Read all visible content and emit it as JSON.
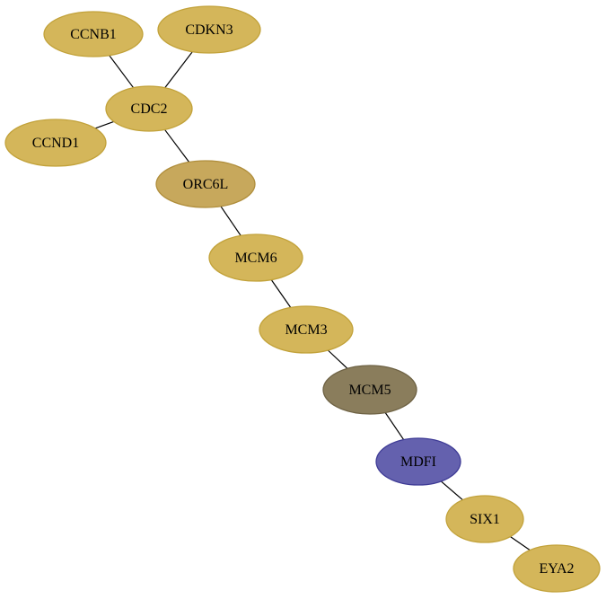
{
  "graph": {
    "nodes": [
      {
        "id": "CCNB1",
        "label": "CCNB1",
        "fill": "#d4b65a",
        "stroke": "#c2a23a"
      },
      {
        "id": "CDKN3",
        "label": "CDKN3",
        "fill": "#d4b65a",
        "stroke": "#c2a23a"
      },
      {
        "id": "CDC2",
        "label": "CDC2",
        "fill": "#d4b65a",
        "stroke": "#c2a23a"
      },
      {
        "id": "CCND1",
        "label": "CCND1",
        "fill": "#d4b65a",
        "stroke": "#c2a23a"
      },
      {
        "id": "ORC6L",
        "label": "ORC6L",
        "fill": "#c7a85c",
        "stroke": "#b08e3c"
      },
      {
        "id": "MCM6",
        "label": "MCM6",
        "fill": "#d4b65a",
        "stroke": "#c2a23a"
      },
      {
        "id": "MCM3",
        "label": "MCM3",
        "fill": "#d4b65a",
        "stroke": "#c2a23a"
      },
      {
        "id": "MCM5",
        "label": "MCM5",
        "fill": "#8a7d5c",
        "stroke": "#6e6244"
      },
      {
        "id": "MDFI",
        "label": "MDFI",
        "fill": "#6461ae",
        "stroke": "#3f3c96"
      },
      {
        "id": "SIX1",
        "label": "SIX1",
        "fill": "#d4b65a",
        "stroke": "#c2a23a"
      },
      {
        "id": "EYA2",
        "label": "EYA2",
        "fill": "#d4b65a",
        "stroke": "#c2a23a"
      }
    ],
    "edges": [
      [
        "CCNB1",
        "CDC2"
      ],
      [
        "CDKN3",
        "CDC2"
      ],
      [
        "CCND1",
        "CDC2"
      ],
      [
        "CDC2",
        "ORC6L"
      ],
      [
        "ORC6L",
        "MCM6"
      ],
      [
        "MCM6",
        "MCM3"
      ],
      [
        "MCM3",
        "MCM5"
      ],
      [
        "MCM5",
        "MDFI"
      ],
      [
        "MDFI",
        "SIX1"
      ],
      [
        "SIX1",
        "EYA2"
      ]
    ]
  }
}
